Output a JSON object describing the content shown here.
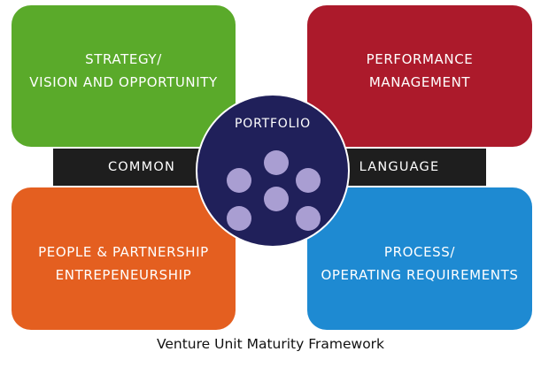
{
  "quadrants": {
    "top_left": {
      "line1": "STRATEGY/",
      "line2": "VISION AND OPPORTUNITY",
      "color": "#5aaa2a"
    },
    "top_right": {
      "line1": "PERFORMANCE",
      "line2": "MANAGEMENT",
      "color": "#ac1a2b"
    },
    "bottom_left": {
      "line1": "PEOPLE & PARTNERSHIP",
      "line2": "ENTREPENEURSHIP",
      "color": "#e45f20"
    },
    "bottom_right": {
      "line1": "PROCESS/",
      "line2": "OPERATING REQUIREMENTS",
      "color": "#1e8ad2"
    }
  },
  "band": {
    "left_label": "COMMON",
    "right_label": "LANGUAGE",
    "color": "#1e1e1e"
  },
  "center": {
    "label": "PORTFOLIO",
    "color": "#20205a",
    "dot_color": "#a99ed2",
    "dot_count": 6
  },
  "caption": "Venture Unit Maturity Framework"
}
